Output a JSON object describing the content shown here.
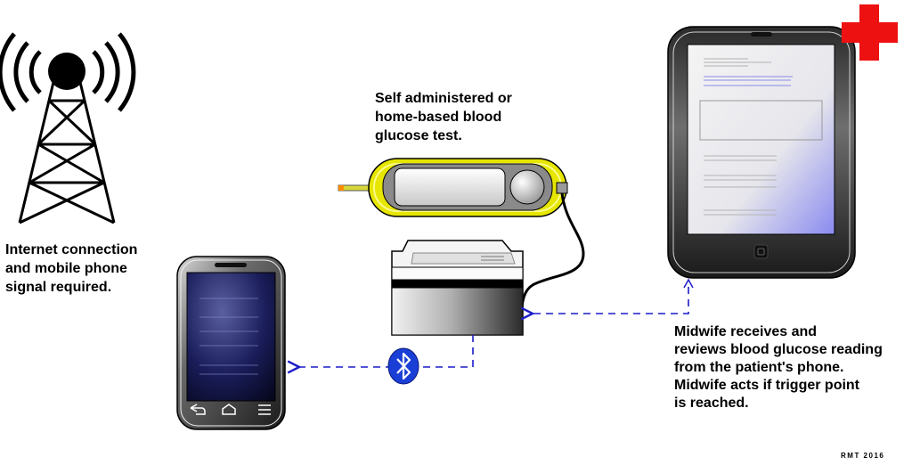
{
  "captions": {
    "tower": [
      "Internet connection",
      "and mobile phone",
      "signal required."
    ],
    "test": [
      "Self administered or",
      "home-based blood",
      "glucose test."
    ],
    "midwife": [
      "Midwife receives and",
      "reviews blood glucose reading",
      "from the patient's phone.",
      "Midwife acts if trigger point",
      "is reached."
    ],
    "credit": "RMT 2016"
  },
  "icons": {
    "tower": "signal-tower-icon",
    "meter": "glucose-meter-icon",
    "phone": "smartphone-icon",
    "tablet": "tablet-icon",
    "bluetooth": "bluetooth-icon",
    "cross": "red-cross-icon"
  },
  "colors": {
    "flow_arrow": "#1c1cc8",
    "bluetooth": "#1a3fd6",
    "meter_case": "#e6e600",
    "cross": "#ee1111"
  }
}
